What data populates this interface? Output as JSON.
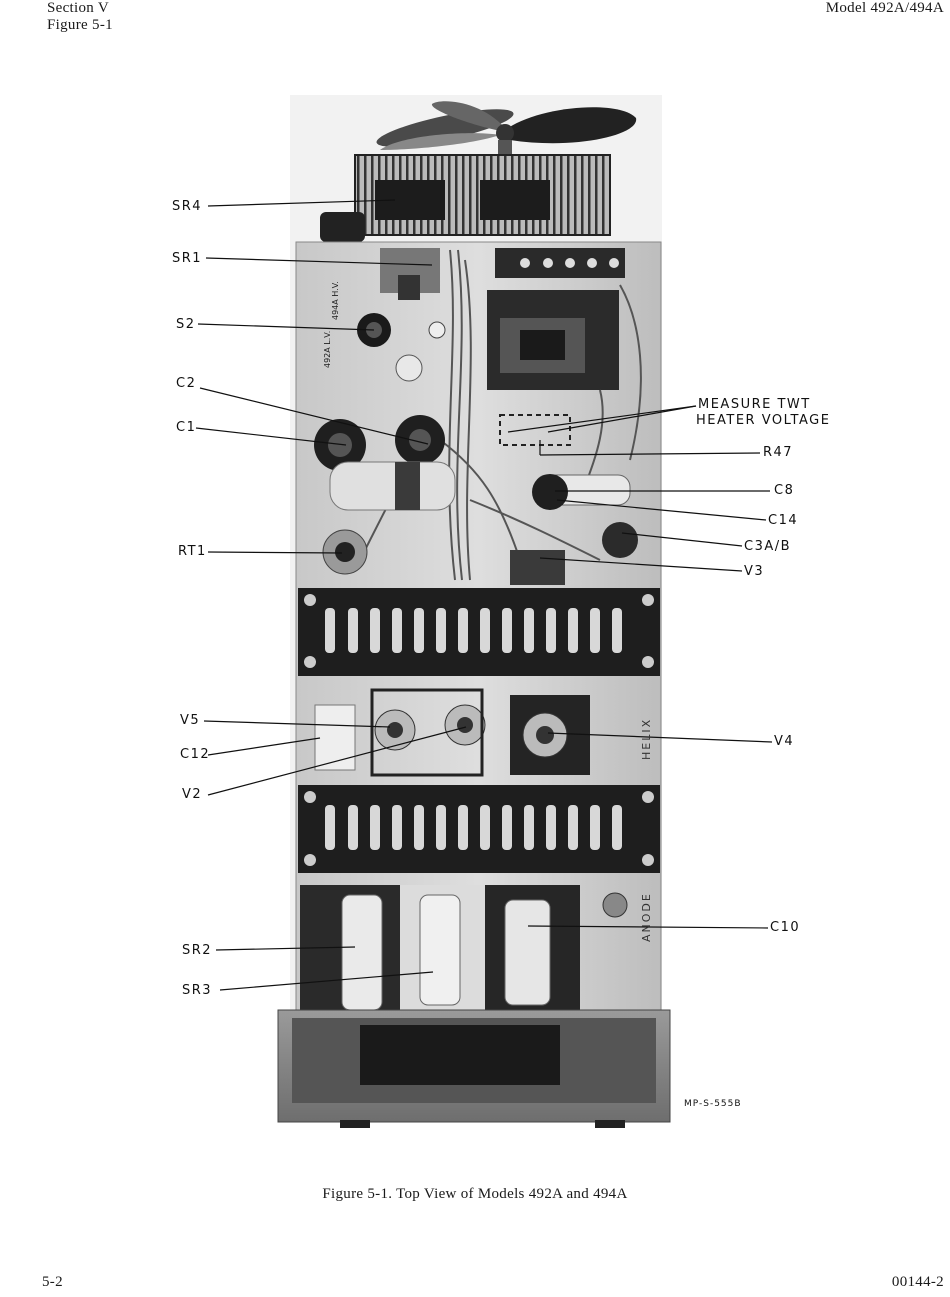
{
  "header": {
    "section": "Section V",
    "figure_ref": "Figure 5-1",
    "model": "Model 492A/494A"
  },
  "figure": {
    "caption": "Figure 5-1.  Top View of Models 492A and 494A",
    "photo_id": "MP-S-555B",
    "panel_text": {
      "switch_left": "492A L.V.",
      "switch_right": "494A H.V.",
      "helix": "HELIX",
      "anode": "ANODE"
    },
    "callouts_left": [
      {
        "id": "sr4",
        "label": "SR4"
      },
      {
        "id": "sr1",
        "label": "SR1"
      },
      {
        "id": "s2",
        "label": "S2"
      },
      {
        "id": "c2",
        "label": "C2"
      },
      {
        "id": "c1",
        "label": "C1"
      },
      {
        "id": "rt1",
        "label": "RT1"
      },
      {
        "id": "v5",
        "label": "V5"
      },
      {
        "id": "c12",
        "label": "C12"
      },
      {
        "id": "v2",
        "label": "V2"
      },
      {
        "id": "sr2",
        "label": "SR2"
      },
      {
        "id": "sr3",
        "label": "SR3"
      }
    ],
    "callouts_right": [
      {
        "id": "measure1",
        "label": "MEASURE TWT"
      },
      {
        "id": "measure2",
        "label": "HEATER VOLTAGE"
      },
      {
        "id": "r47",
        "label": "R47"
      },
      {
        "id": "c8",
        "label": "C8"
      },
      {
        "id": "c14",
        "label": "C14"
      },
      {
        "id": "c3ab",
        "label": "C3A/B"
      },
      {
        "id": "v3",
        "label": "V3"
      },
      {
        "id": "v4",
        "label": "V4"
      },
      {
        "id": "c10",
        "label": "C10"
      }
    ]
  },
  "footer": {
    "page": "5-2",
    "doc_number": "00144-2"
  }
}
